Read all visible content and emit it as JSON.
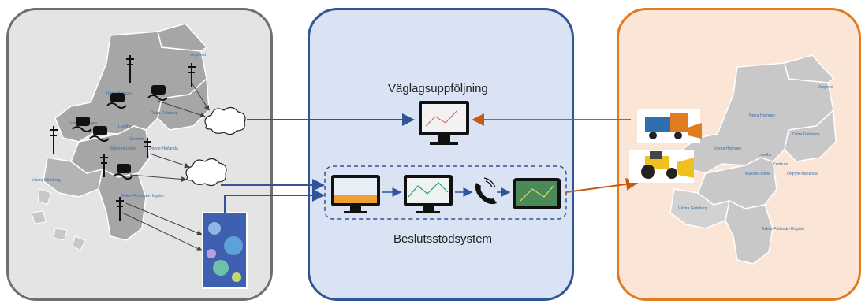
{
  "colors": {
    "left_border": "#6f6f6f",
    "left_fill": "#e4e4e4",
    "mid_border": "#2f5597",
    "mid_fill": "#dae3f3",
    "right_border": "#e07b1f",
    "right_fill": "#fbe5d6",
    "map_fill": "#a6a6a6",
    "map_fill_light": "#c8c8c8",
    "arrow_blue": "#2f5597",
    "arrow_orange": "#c55a11"
  },
  "middle": {
    "title_top": "Väglagsuppföljning",
    "title_bottom": "Beslutsstödsystem"
  },
  "left_map": {
    "districts": [
      "Angered",
      "Norra Hisingen",
      "Västra Hisingen",
      "Östra Göteborg",
      "Lundby",
      "Centrum",
      "Majorna-Linné",
      "Örgryte-Härlanda",
      "Västra Göteborg",
      "Askim-Frölunda-Högsbo"
    ]
  },
  "right_map": {
    "districts": [
      "Angered",
      "Norra Hisingen",
      "Västra Hisingen",
      "Östra Göteborg",
      "Lundby",
      "Centrum",
      "Majorna-Linné",
      "Örgryte-Härlanda",
      "Västra Göteborg",
      "Askim-Frölunda-Högsbo"
    ]
  },
  "icons": {
    "left": [
      "weather-station-icon",
      "slippery-road-car-icon",
      "cloud-icon",
      "radar-image"
    ],
    "middle": [
      "monitor-icon",
      "telephone-icon",
      "tablet-icon"
    ],
    "right": [
      "snowplow-truck-icon",
      "tractor-plow-icon"
    ]
  }
}
